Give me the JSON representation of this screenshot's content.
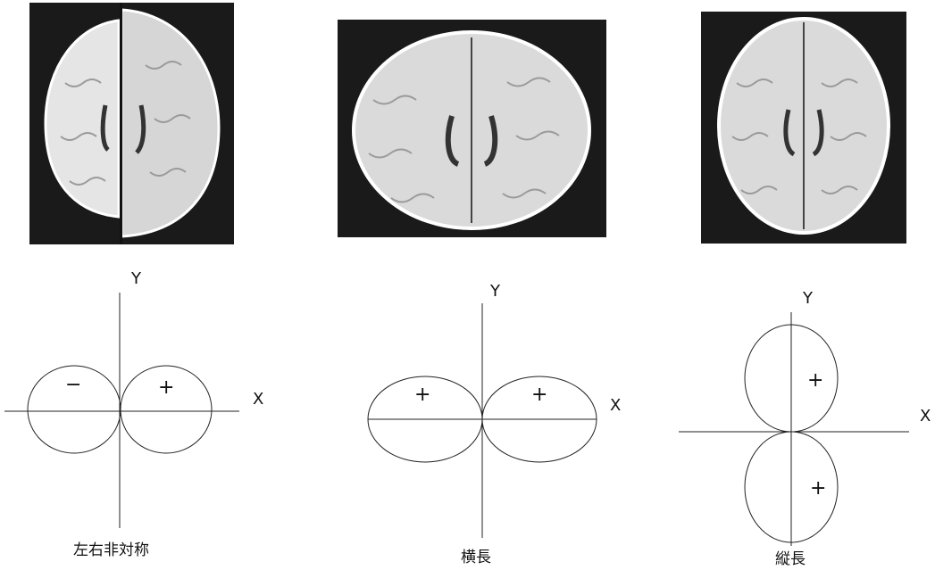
{
  "panels": [
    {
      "image_label": "",
      "diagram": {
        "x_label": "X",
        "y_label": "Y",
        "left_sign": "−",
        "right_sign": "+"
      },
      "caption": "左右非対称"
    },
    {
      "image_label": "",
      "diagram": {
        "x_label": "X",
        "y_label": "Y",
        "left_sign": "+",
        "right_sign": "+"
      },
      "caption": "横長"
    },
    {
      "image_label": "",
      "diagram": {
        "x_label": "X",
        "y_label": "Y",
        "top_sign": "+",
        "bottom_sign": "+"
      },
      "caption": "縦長"
    }
  ],
  "colors": {
    "image_background": "#1a1a1a",
    "brain_tissue": "#d8d8d8",
    "line": "#222222"
  }
}
